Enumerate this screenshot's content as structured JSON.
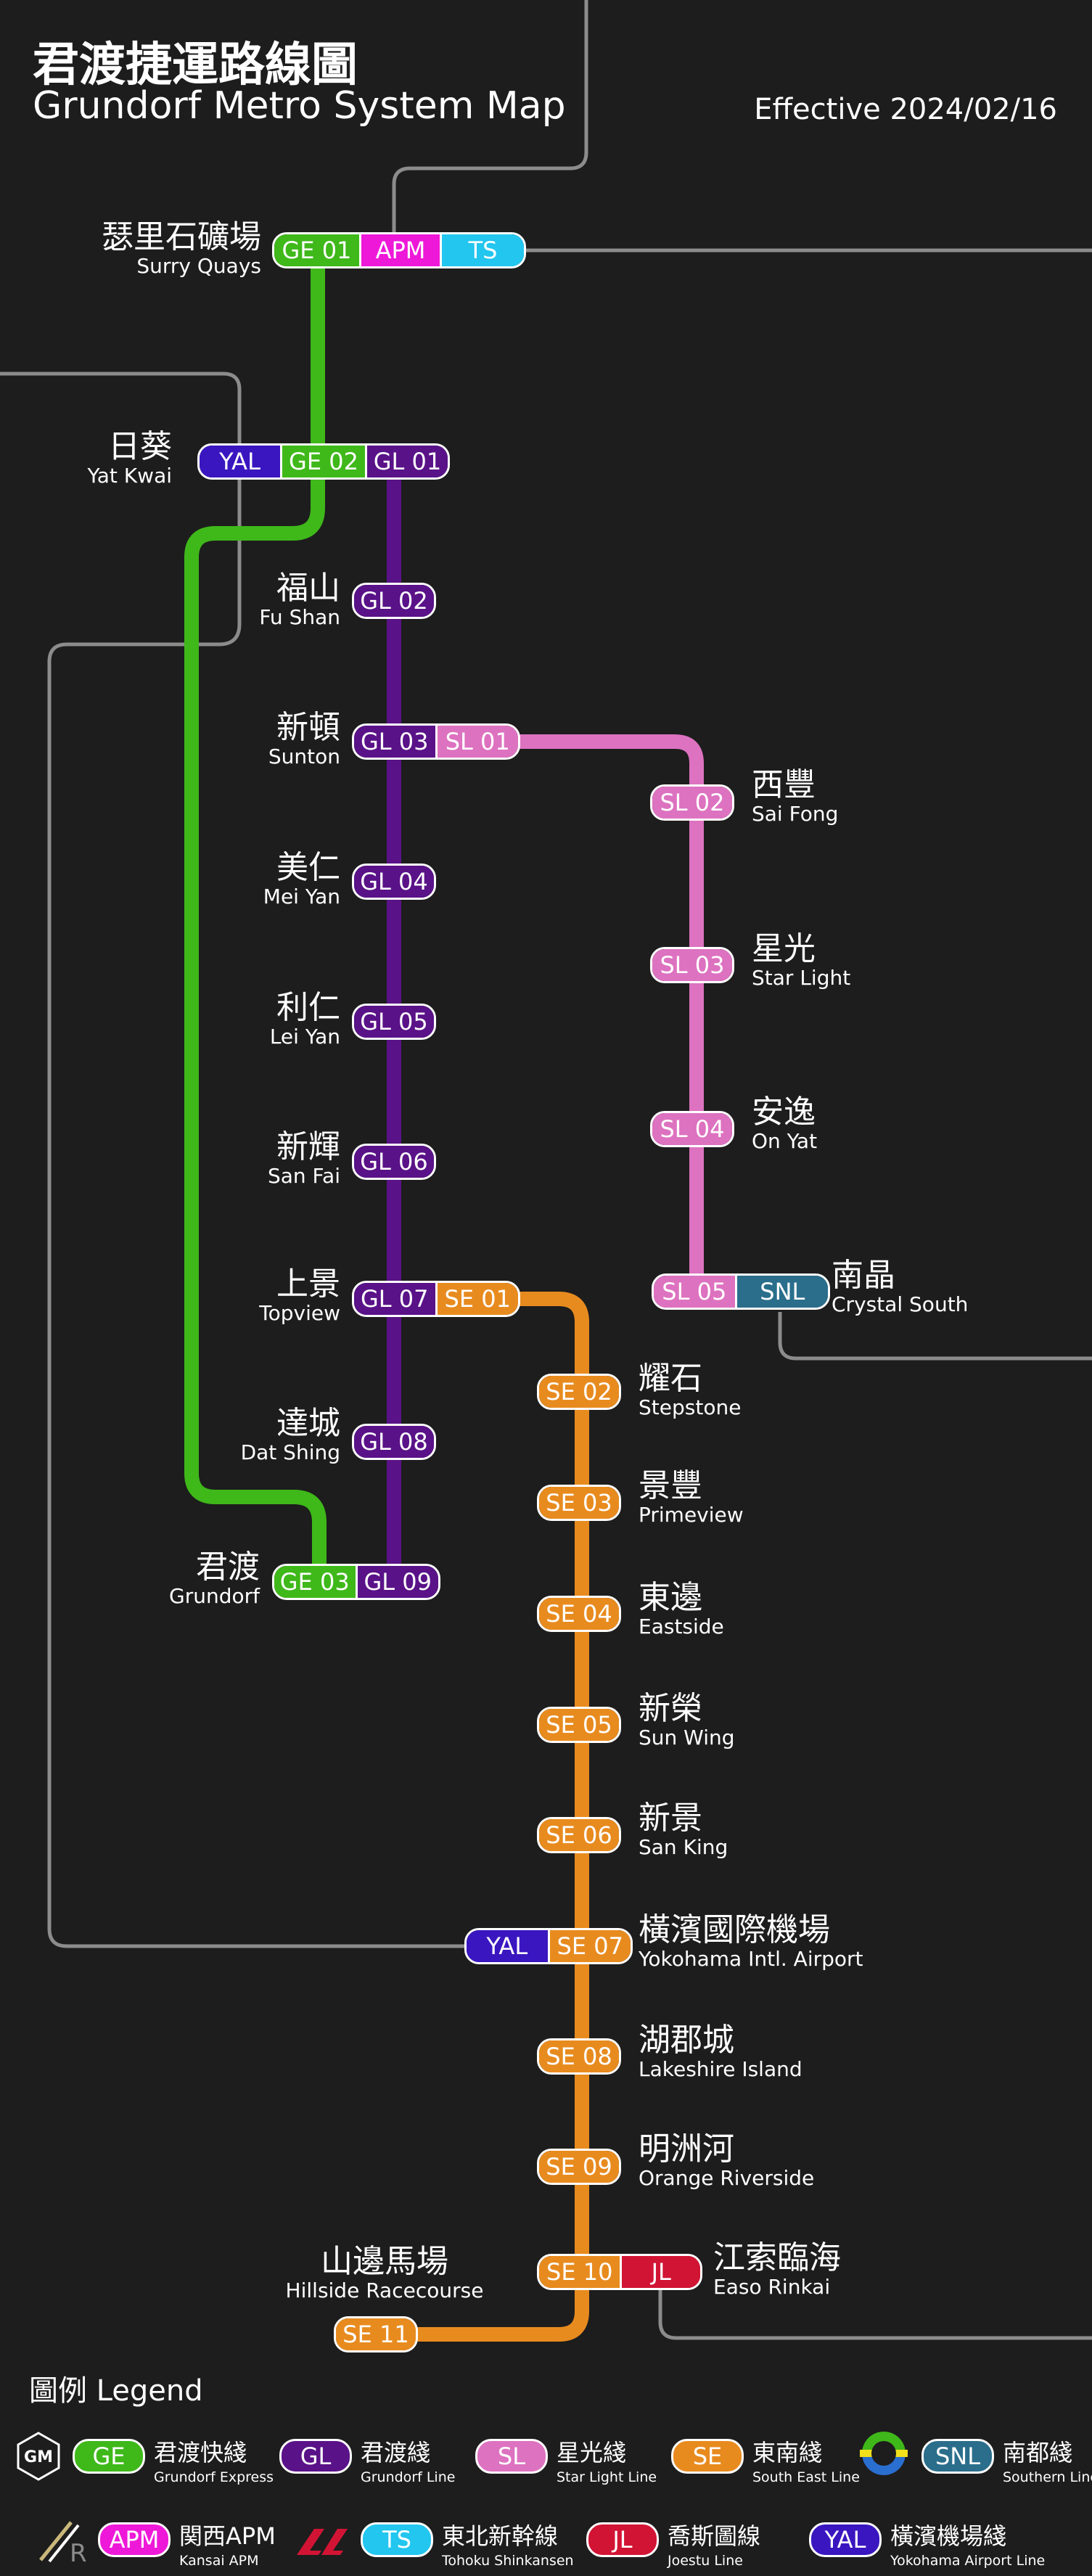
{
  "title": {
    "zh": "君渡捷運路線圖",
    "en": "Grundorf Metro System Map"
  },
  "effective": "Effective 2024/02/16",
  "colors": {
    "GE": "#3fb81a",
    "GL": "#5a1288",
    "SL": "#dd72c0",
    "SE": "#e88b1f",
    "SNL": "#2a6e8c",
    "APM": "#ee18d8",
    "TS": "#22c6ef",
    "JL": "#d21434",
    "YAL": "#3a16c0",
    "grey": "#8c8c8c"
  },
  "stations": {
    "surry_quays": {
      "zh": "瑟里石礦場",
      "en": "Surry Quays",
      "codes": [
        "GE 01",
        "APM",
        "TS"
      ]
    },
    "yat_kwai": {
      "zh": "日葵",
      "en": "Yat Kwai",
      "codes": [
        "YAL",
        "GE 02",
        "GL 01"
      ]
    },
    "fu_shan": {
      "zh": "福山",
      "en": "Fu Shan",
      "codes": [
        "GL 02"
      ]
    },
    "sunton": {
      "zh": "新頓",
      "en": "Sunton",
      "codes": [
        "GL 03",
        "SL 01"
      ]
    },
    "mei_yan": {
      "zh": "美仁",
      "en": "Mei Yan",
      "codes": [
        "GL 04"
      ]
    },
    "lei_yan": {
      "zh": "利仁",
      "en": "Lei Yan",
      "codes": [
        "GL 05"
      ]
    },
    "san_fai": {
      "zh": "新輝",
      "en": "San Fai",
      "codes": [
        "GL 06"
      ]
    },
    "topview": {
      "zh": "上景",
      "en": "Topview",
      "codes": [
        "GL 07",
        "SE 01"
      ]
    },
    "dat_shing": {
      "zh": "達城",
      "en": "Dat Shing",
      "codes": [
        "GL 08"
      ]
    },
    "grundorf": {
      "zh": "君渡",
      "en": "Grundorf",
      "codes": [
        "GE 03",
        "GL 09"
      ]
    },
    "sai_fong": {
      "zh": "西豐",
      "en": "Sai Fong",
      "codes": [
        "SL 02"
      ]
    },
    "star_light": {
      "zh": "星光",
      "en": "Star Light",
      "codes": [
        "SL 03"
      ]
    },
    "on_yat": {
      "zh": "安逸",
      "en": "On Yat",
      "codes": [
        "SL 04"
      ]
    },
    "crystal_south": {
      "zh": "南晶",
      "en": "Crystal South",
      "codes": [
        "SL 05",
        "SNL"
      ]
    },
    "stepstone": {
      "zh": "耀石",
      "en": "Stepstone",
      "codes": [
        "SE 02"
      ]
    },
    "primeview": {
      "zh": "景豐",
      "en": "Primeview",
      "codes": [
        "SE 03"
      ]
    },
    "eastside": {
      "zh": "東邊",
      "en": "Eastside",
      "codes": [
        "SE 04"
      ]
    },
    "sun_wing": {
      "zh": "新榮",
      "en": "Sun Wing",
      "codes": [
        "SE 05"
      ]
    },
    "san_king": {
      "zh": "新景",
      "en": "San King",
      "codes": [
        "SE 06"
      ]
    },
    "airport": {
      "zh": "橫濱國際機場",
      "en": "Yokohama Intl. Airport",
      "codes": [
        "YAL",
        "SE 07"
      ]
    },
    "lakeshire": {
      "zh": "湖郡城",
      "en": "Lakeshire Island",
      "codes": [
        "SE 08"
      ]
    },
    "orange_riverside": {
      "zh": "明洲河",
      "en": "Orange Riverside",
      "codes": [
        "SE 09"
      ]
    },
    "easo_rinkai": {
      "zh": "江索臨海",
      "en": "Easo Rinkai",
      "codes": [
        "SE 10",
        "JL"
      ]
    },
    "hillside": {
      "zh": "山邊馬場",
      "en": "Hillside Racecourse",
      "codes": [
        "SE 11"
      ]
    }
  },
  "legend": {
    "title": "圖例  Legend",
    "items": [
      {
        "code": "GE",
        "zh": "君渡快綫",
        "en": "Grundorf Express",
        "icon": "gm-logo-icon"
      },
      {
        "code": "GL",
        "zh": "君渡綫",
        "en": "Grundorf Line"
      },
      {
        "code": "SL",
        "zh": "星光綫",
        "en": "Star Light Line"
      },
      {
        "code": "SE",
        "zh": "東南綫",
        "en": "South East Line"
      },
      {
        "code": "SNL",
        "zh": "南都綫",
        "en": "Southern Line",
        "icon": "southern-line-logo-icon"
      },
      {
        "code": "APM",
        "zh": "関西APM",
        "en": "Kansai APM",
        "icon": "kansai-apm-logo-icon"
      },
      {
        "code": "TS",
        "zh": "東北新幹線",
        "en": "Tohoku Shinkansen",
        "icon": "jr-logo-icon"
      },
      {
        "code": "JL",
        "zh": "喬斯圖線",
        "en": "Joestu Line"
      },
      {
        "code": "YAL",
        "zh": "橫濱機場綫",
        "en": "Yokohama Airport Line"
      }
    ]
  }
}
